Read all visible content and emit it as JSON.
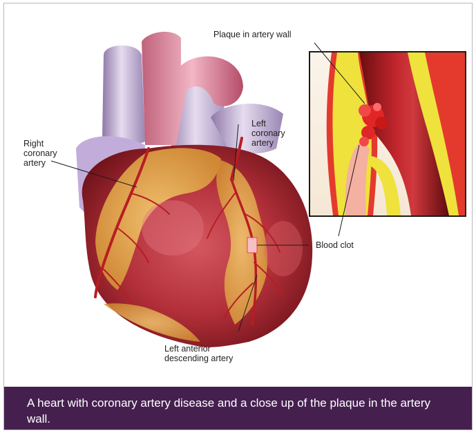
{
  "labels": {
    "plaque": "Plaque in artery wall",
    "left_coronary": [
      "Left",
      "coronary",
      "artery"
    ],
    "right_coronary": [
      "Right",
      "coronary",
      "artery"
    ],
    "blood_clot": "Blood clot",
    "lad": [
      "Left anterior",
      "descending artery"
    ]
  },
  "caption": "A heart with coronary artery disease and a close up of the plaque in the artery wall.",
  "colors": {
    "caption_bg": "#45204f",
    "caption_text": "#ffffff",
    "muscle_red": "#b3303a",
    "fat_yellow": "#e0a84a",
    "artery_red": "#b81d24",
    "vessel_lavender": "#b9a6cc",
    "plaque_yellow": "#efe23c",
    "clot_red": "#e02626"
  }
}
